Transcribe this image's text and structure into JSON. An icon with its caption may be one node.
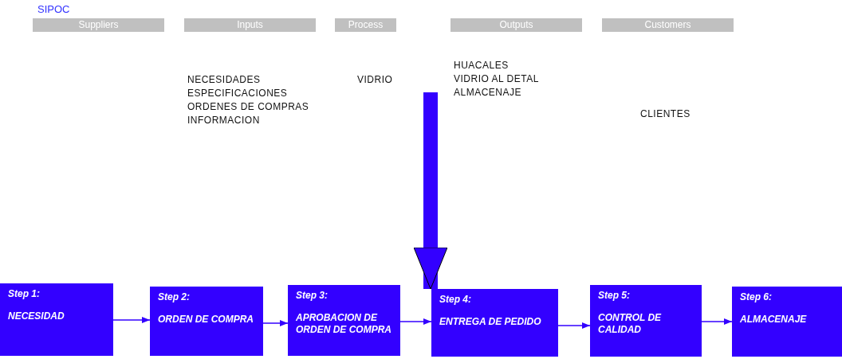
{
  "diagram": {
    "title": "SIPOC",
    "nodes": [
      {
        "text": [
          "Suppliers"
        ]
      },
      {
        "text": [
          "Inputs"
        ]
      },
      {
        "text": [
          "Process"
        ]
      },
      {
        "text": [
          "Outputs"
        ]
      },
      {
        "text": [
          "Customers"
        ]
      },
      {
        "text": [
          "Step 1:",
          "NECESIDAD"
        ]
      },
      {
        "text": [
          "Step 2:",
          "ORDEN DE COMPRA"
        ]
      },
      {
        "text": [
          "Step 3:",
          "APROBACION DE ORDEN DE COMPRA"
        ]
      },
      {
        "text": [
          "Step 4:",
          "ENTREGA DE PEDIDO"
        ]
      },
      {
        "text": [
          "Step 5:",
          "CONTROL DE CALIDAD"
        ]
      },
      {
        "text": [
          "Step 6:",
          "ALMACENAJE"
        ]
      }
    ],
    "edges": [
      {
        "from": 5,
        "to": 6,
        "arrow": "to"
      },
      {
        "from": 6,
        "to": 7,
        "arrow": "to"
      },
      {
        "from": 7,
        "to": 8,
        "arrow": "to"
      },
      {
        "from": 8,
        "to": 9,
        "arrow": "to"
      },
      {
        "from": 9,
        "to": 10,
        "arrow": "to"
      },
      {
        "from": null,
        "to": 8,
        "arrow": "to",
        "style": "thick"
      }
    ],
    "labels": [
      "HUACALES",
      "VIDRIO AL DETAL",
      "NECESIDADES",
      "VIDRIO",
      "ALMACENAJE",
      "ESPECIFICACIONES",
      "ORDENES DE COMPRAS",
      "INFORMACION",
      "CLIENTES"
    ]
  }
}
